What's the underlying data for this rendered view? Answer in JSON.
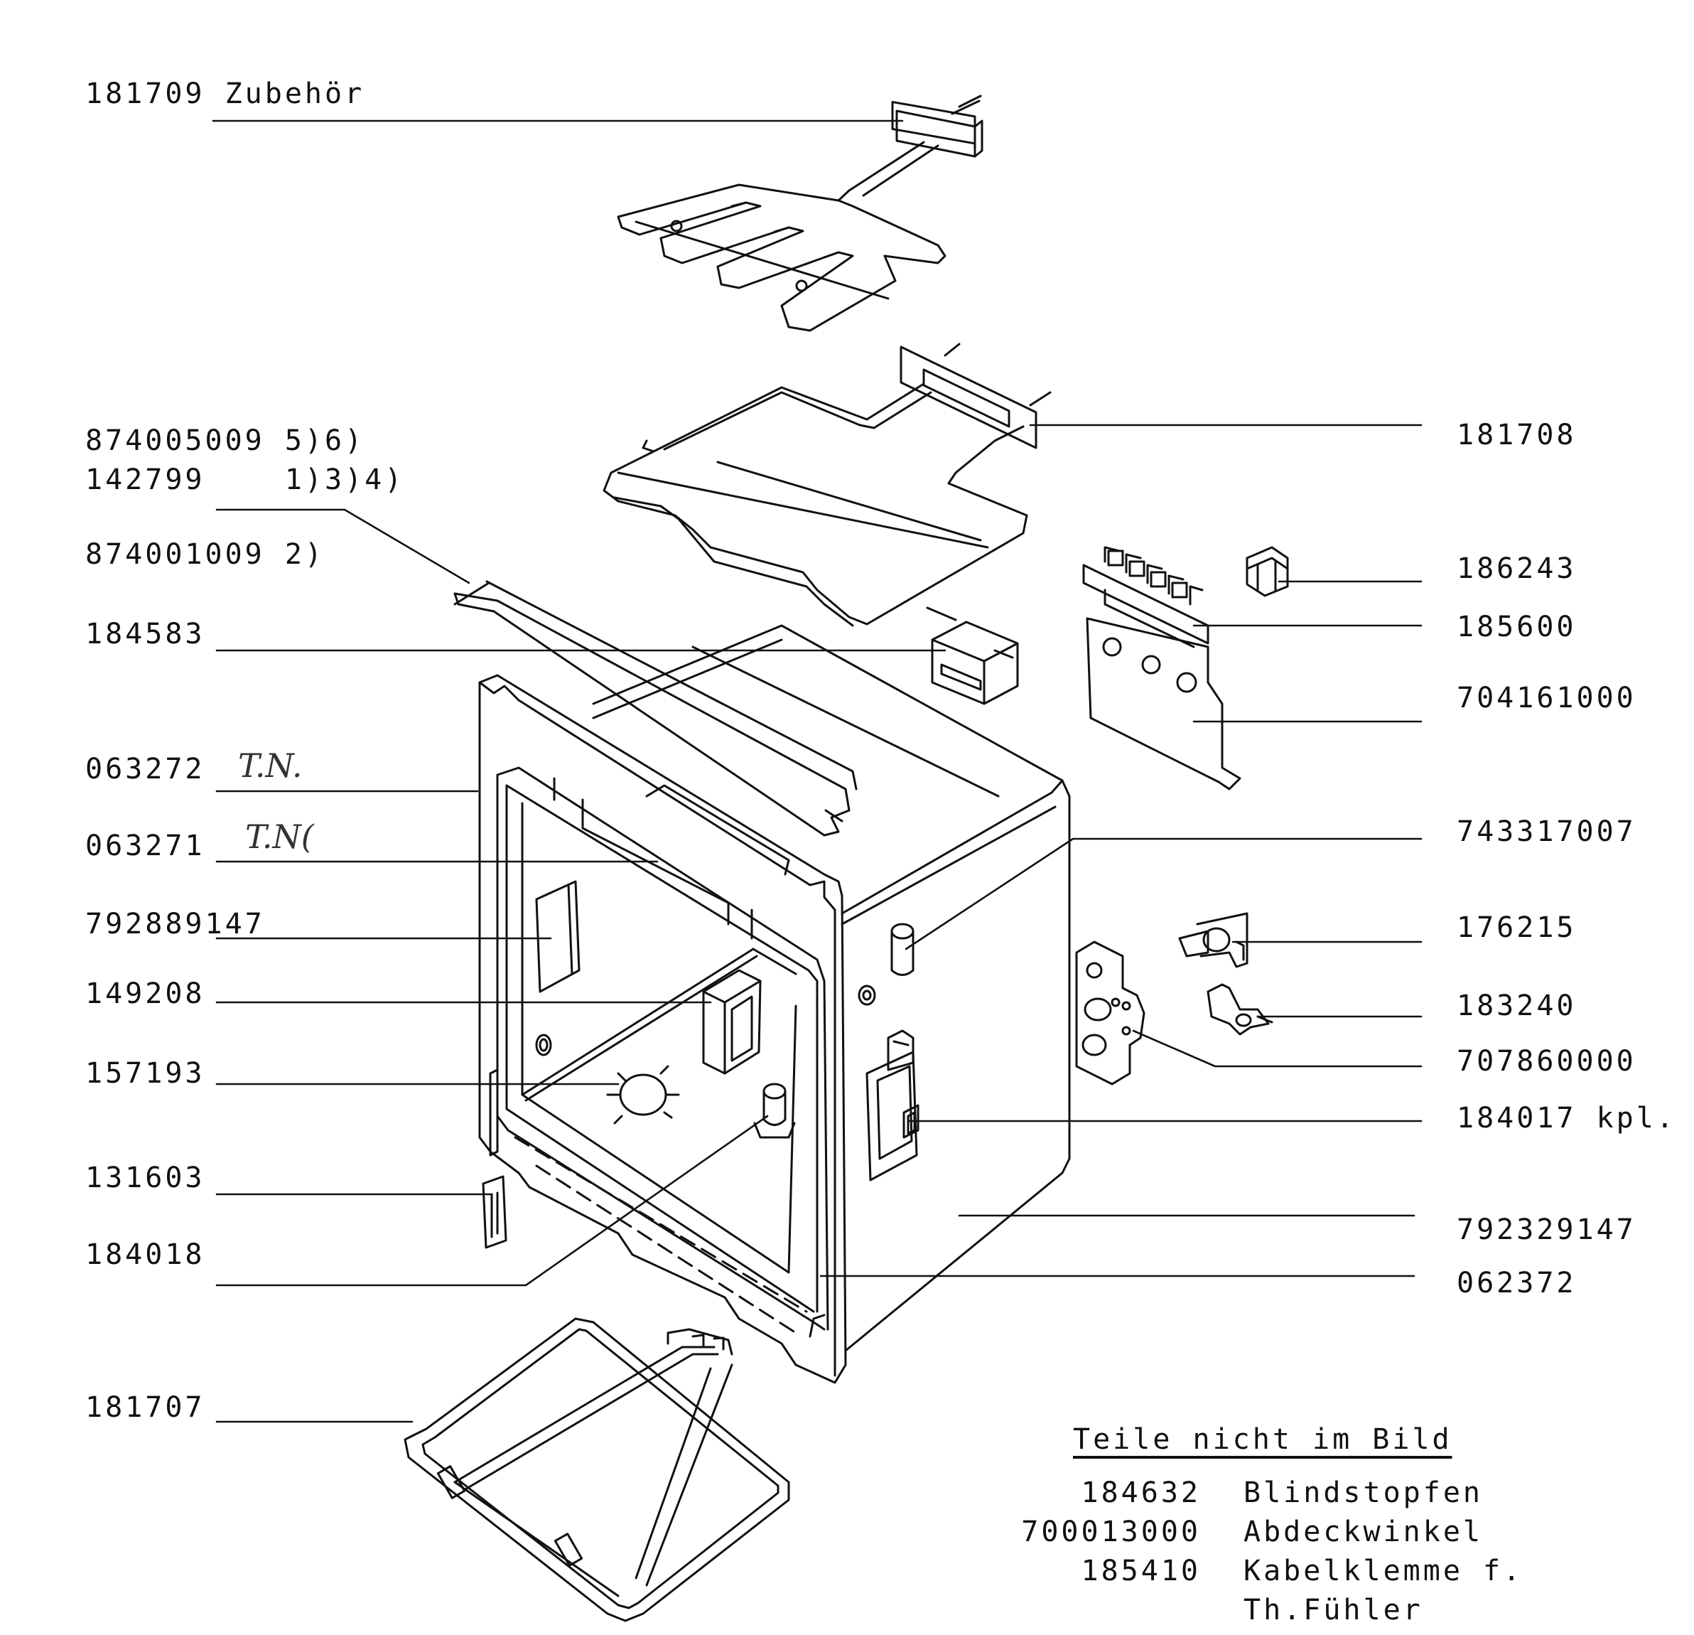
{
  "diagram": {
    "labels": {
      "l181709": "181709 Zubehör",
      "l874005009": "874005009 5)6)",
      "l142799": "142799    1)3)4)",
      "l874001009": "874001009 2)",
      "l184583": "184583",
      "l063272": "063272",
      "l063271": "063271",
      "l792889147": "792889147",
      "l149208": "149208",
      "l157193": "157193",
      "l131603": "131603",
      "l184018": "184018",
      "l181707": "181707",
      "l181708": "181708",
      "l186243": "186243",
      "l185600": "185600",
      "l704161000": "704161000",
      "l743317007": "743317007",
      "l176215": "176215",
      "l183240": "183240",
      "l707860000": "707860000",
      "l184017": "184017 kpl.",
      "l792329147": "792329147",
      "l062372": "062372"
    },
    "handwritten": {
      "h1": "T.N.",
      "h2": "T.N("
    },
    "not_in_picture": {
      "title": "Teile nicht im Bild",
      "items": [
        {
          "number": "184632",
          "name": "Blindstopfen"
        },
        {
          "number": "700013000",
          "name": "Abdeckwinkel"
        },
        {
          "number": "185410",
          "name": "Kabelklemme f."
        },
        {
          "number": "",
          "name": "Th.Fühler"
        }
      ]
    }
  }
}
